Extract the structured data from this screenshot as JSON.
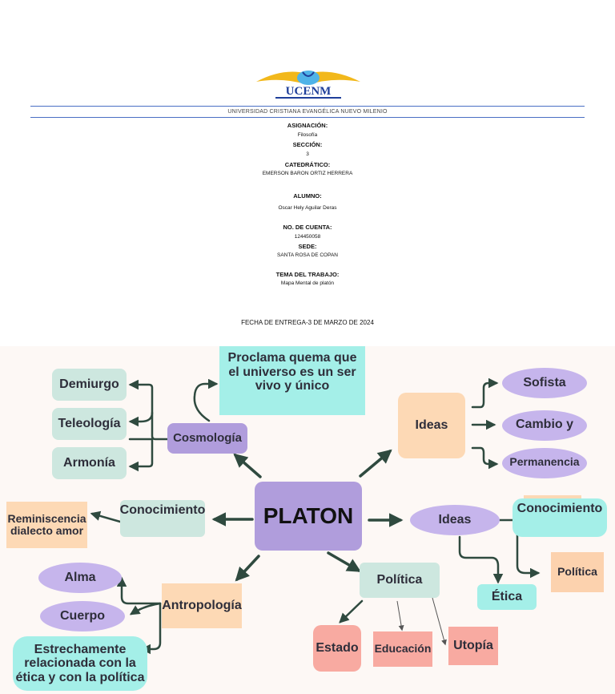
{
  "cover": {
    "university": "UNIVERSIDAD CRISTIANA EVANGÉLICA NUEVO MILENIO",
    "logo_text": "UCENM",
    "fields": [
      {
        "label": "ASIGNACIÓN:",
        "value": "Filosofía"
      },
      {
        "label": "SECCIÓN:",
        "value": "3"
      },
      {
        "label": "CATEDRÁTICO:",
        "value": "EMERSON BARON ORTIZ HERRERA"
      },
      {
        "label": "ALUMNO:",
        "value": "Oscar Hely Aguilar Deras"
      },
      {
        "label": "NO. DE CUENTA:",
        "value": "124450058"
      },
      {
        "label": "SEDE:",
        "value": "SANTA ROSA DE COPAN"
      },
      {
        "label": "TEMA DEL TRABAJO:",
        "value": "Mapa Mental de platón"
      }
    ],
    "fecha": "FECHA DE ENTREGA-3 DE MARZO DE 2024",
    "colors": {
      "rule": "#4a6fc4",
      "logo_blue": "#1f3f9a",
      "logo_gold": "#f2b81b"
    }
  },
  "mindmap": {
    "center": "PLATON",
    "cosmologia": "Cosmología",
    "demiurgo": "Demiurgo",
    "teleologia": "Teleología",
    "armonia": "Armonía",
    "proclama": "Proclama quema que el universo es un ser vivo y único",
    "ideas_top": "Ideas",
    "sofista": "Sofista",
    "cambio": "Cambio y",
    "permanencia": "Permanencia",
    "conocimiento_left": "Conocimiento",
    "reminiscencia": "Reminiscencia dialecto amor",
    "ideas_right": "Ideas",
    "conocimiento_right": "Conocimiento",
    "etica": "Ética",
    "politica_small": "Política",
    "antropologia": "Antropología",
    "alma": "Alma",
    "cuerpo": "Cuerpo",
    "estrechamente": "Estrechamente relacionada con la ética y con la política",
    "politica": "Política",
    "estado": "Estado",
    "educacion": "Educación",
    "utopia": "Utopía",
    "colors": {
      "background": "#fdf8f5",
      "center": "#b09ddc",
      "arrow": "#2f4a3f"
    }
  }
}
